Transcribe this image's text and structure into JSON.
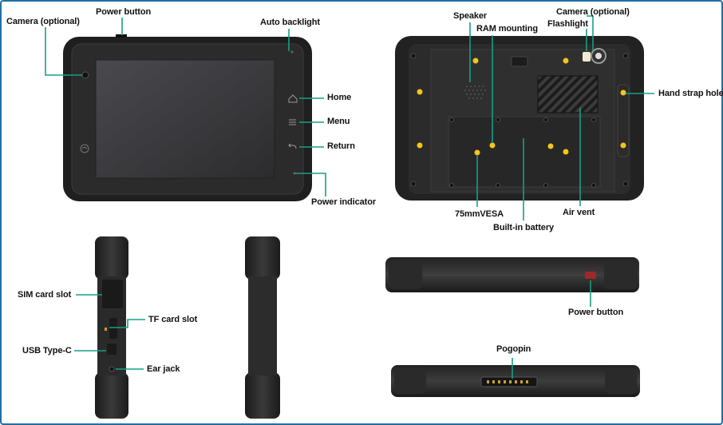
{
  "colors": {
    "leader": "#16a085",
    "frame": "#1f6fa8",
    "body": "#2b2b2b",
    "bumper": "#1a1a1a",
    "screen": "#3a3a3d",
    "screw": "#f5c518",
    "power_key": "#a02828"
  },
  "icons": {
    "home": "home-icon",
    "menu": "menu-icon",
    "return": "return-icon",
    "nfc": "nfc-icon"
  },
  "labels": {
    "camera_front": "Camera (optional)",
    "power_button_top": "Power button",
    "auto_backlight": "Auto backlight",
    "home": "Home",
    "menu": "Menu",
    "return": "Return",
    "power_indicator": "Power indicator",
    "speaker": "Speaker",
    "ram_mounting": "RAM mounting",
    "camera_rear": "Camera (optional)",
    "flashlight": "Flashlight",
    "hand_strap_hole": "Hand strap hole",
    "vesa": "75mmVESA",
    "built_in_battery": "Built-in battery",
    "air_vent": "Air vent",
    "sim_card_slot": "SIM card slot",
    "tf_card_slot": "TF card slot",
    "usb_type_c": "USB Type-C",
    "ear_jack": "Ear jack",
    "power_button_side": "Power button",
    "pogopin": "Pogopin"
  }
}
